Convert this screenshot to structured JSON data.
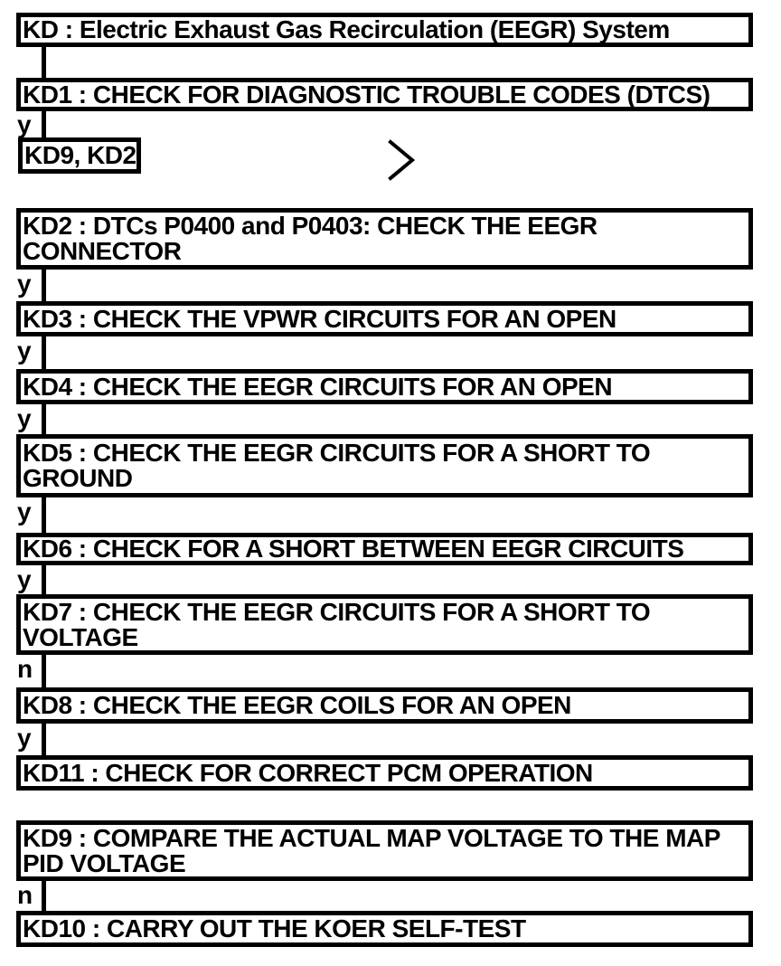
{
  "diagram": {
    "type": "flowchart",
    "title_box": "KD : Electric Exhaust Gas Recirculation (EEGR) System",
    "colors": {
      "ink": "#000000",
      "paper": "#ffffff"
    },
    "boxes": {
      "kd": {
        "id": "KD",
        "lines": [
          "KD : Electric Exhaust Gas Recirculation (EEGR) System"
        ]
      },
      "kd1": {
        "id": "KD1",
        "lines": [
          "KD1 : CHECK FOR DIAGNOSTIC TROUBLE CODES (DTCS)"
        ]
      },
      "kd9kd2": {
        "id": "KD9, KD2",
        "lines": [
          "KD9, KD2"
        ]
      },
      "kd2": {
        "id": "KD2",
        "lines": [
          "KD2 : DTCs P0400 and P0403: CHECK THE EEGR",
          "CONNECTOR"
        ]
      },
      "kd3": {
        "id": "KD3",
        "lines": [
          "KD3 : CHECK THE VPWR CIRCUITS FOR AN OPEN"
        ]
      },
      "kd4": {
        "id": "KD4",
        "lines": [
          "KD4 : CHECK THE EEGR CIRCUITS FOR AN OPEN"
        ]
      },
      "kd5": {
        "id": "KD5",
        "lines": [
          "KD5 : CHECK THE EEGR CIRCUITS FOR A SHORT TO",
          "GROUND"
        ]
      },
      "kd6": {
        "id": "KD6",
        "lines": [
          "KD6 : CHECK FOR A SHORT BETWEEN EEGR CIRCUITS"
        ]
      },
      "kd7": {
        "id": "KD7",
        "lines": [
          "KD7 : CHECK THE EEGR CIRCUITS FOR A SHORT TO",
          "VOLTAGE"
        ]
      },
      "kd8": {
        "id": "KD8",
        "lines": [
          "KD8 : CHECK THE EEGR COILS FOR AN OPEN"
        ]
      },
      "kd11": {
        "id": "KD11",
        "lines": [
          "KD11 : CHECK FOR CORRECT PCM OPERATION"
        ]
      },
      "kd9": {
        "id": "KD9",
        "lines": [
          "KD9 : COMPARE THE ACTUAL MAP VOLTAGE TO THE MAP",
          "PID VOLTAGE"
        ]
      },
      "kd10": {
        "id": "KD10",
        "lines": [
          "KD10 : CARRY OUT THE KOER SELF-TEST"
        ]
      }
    },
    "connectors": [
      {
        "from": "KD",
        "to": "KD1",
        "label": ""
      },
      {
        "from": "KD1",
        "to": "KD9, KD2",
        "label": "y"
      },
      {
        "from": "KD2",
        "to": "KD3",
        "label": "y"
      },
      {
        "from": "KD3",
        "to": "KD4",
        "label": "y"
      },
      {
        "from": "KD4",
        "to": "KD5",
        "label": "y"
      },
      {
        "from": "KD5",
        "to": "KD6",
        "label": "y"
      },
      {
        "from": "KD6",
        "to": "KD7",
        "label": "y"
      },
      {
        "from": "KD7",
        "to": "KD8",
        "label": "n"
      },
      {
        "from": "KD8",
        "to": "KD11",
        "label": "y"
      },
      {
        "from": "KD9",
        "to": "KD10",
        "label": "n"
      }
    ],
    "icons": {
      "continuation": "chevron-right"
    }
  }
}
